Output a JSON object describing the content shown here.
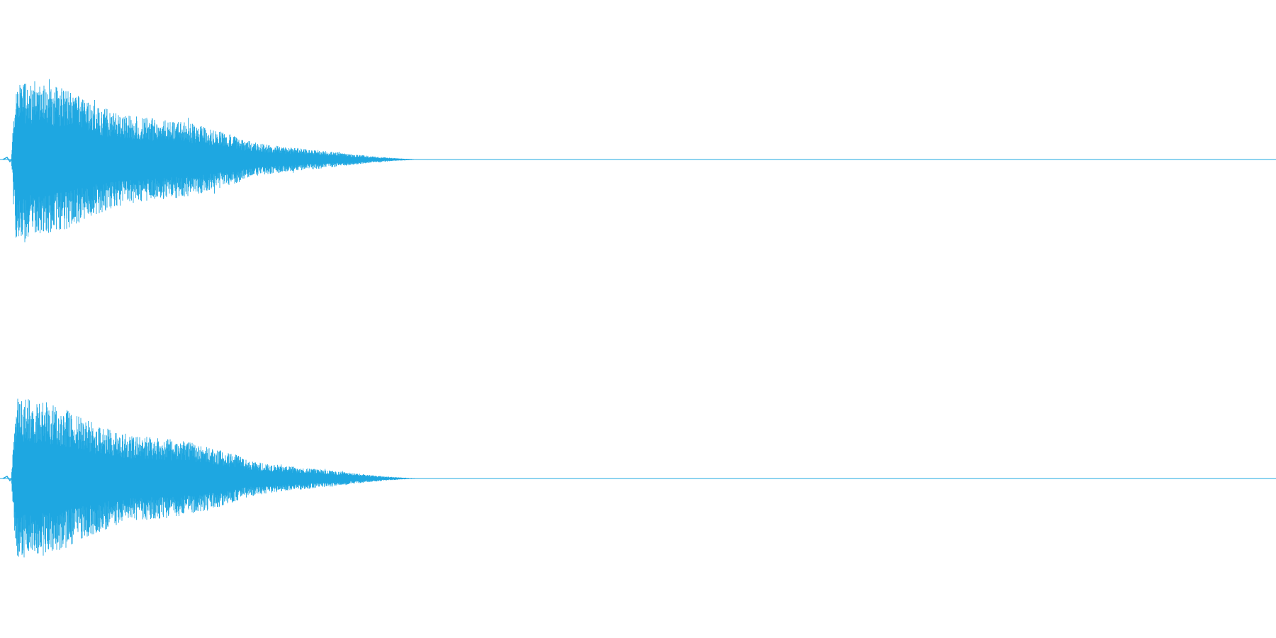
{
  "waveform": {
    "color": "#1ea7e1",
    "background": "#ffffff",
    "channels": [
      {
        "name": "channel-1"
      },
      {
        "name": "channel-2"
      }
    ],
    "envelope": {
      "attack_fraction": 0.01,
      "peak_amplitude": 0.87,
      "decay_end_fraction": 0.385,
      "silence_after_fraction": 0.385
    }
  }
}
